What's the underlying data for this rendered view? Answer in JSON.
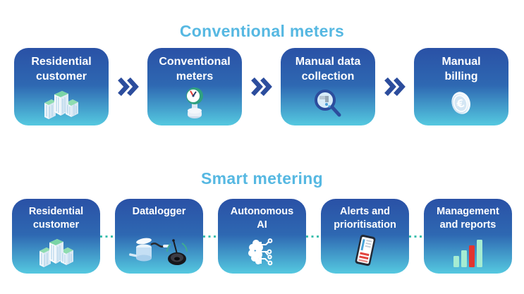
{
  "page": {
    "background": "#ffffff",
    "colors": {
      "title": "#56b8e2",
      "box_gradient_top": "#2a51a6",
      "box_gradient_mid": "#2e68b2",
      "box_gradient_bottom": "#55c9e0",
      "label": "#ffffff",
      "chevron": "#2c4d9d",
      "dotted_line": "#3cbfae"
    }
  },
  "sections": [
    {
      "title": "Conventional meters",
      "connector": "chevron",
      "boxes": [
        {
          "label": "Residential\ncustomer",
          "icon": "building-icon"
        },
        {
          "label": "Conventional\nmeters",
          "icon": "gauge-meter-icon"
        },
        {
          "label": "Manual data\ncollection",
          "icon": "magnifier-inspection-icon"
        },
        {
          "label": "Manual\nbilling",
          "icon": "euro-coin-icon"
        }
      ]
    },
    {
      "title": "Smart metering",
      "connector": "dotted",
      "boxes": [
        {
          "label": "Residential\ncustomer",
          "icon": "building-icon"
        },
        {
          "label": "Datalogger",
          "icon": "datalogger-icon"
        },
        {
          "label": "Autonomous\nAI",
          "icon": "ai-brain-icon"
        },
        {
          "label": "Alerts and\nprioritisation",
          "icon": "alert-phone-icon"
        },
        {
          "label": "Management\nand reports",
          "icon": "bar-chart-icon"
        }
      ]
    }
  ]
}
